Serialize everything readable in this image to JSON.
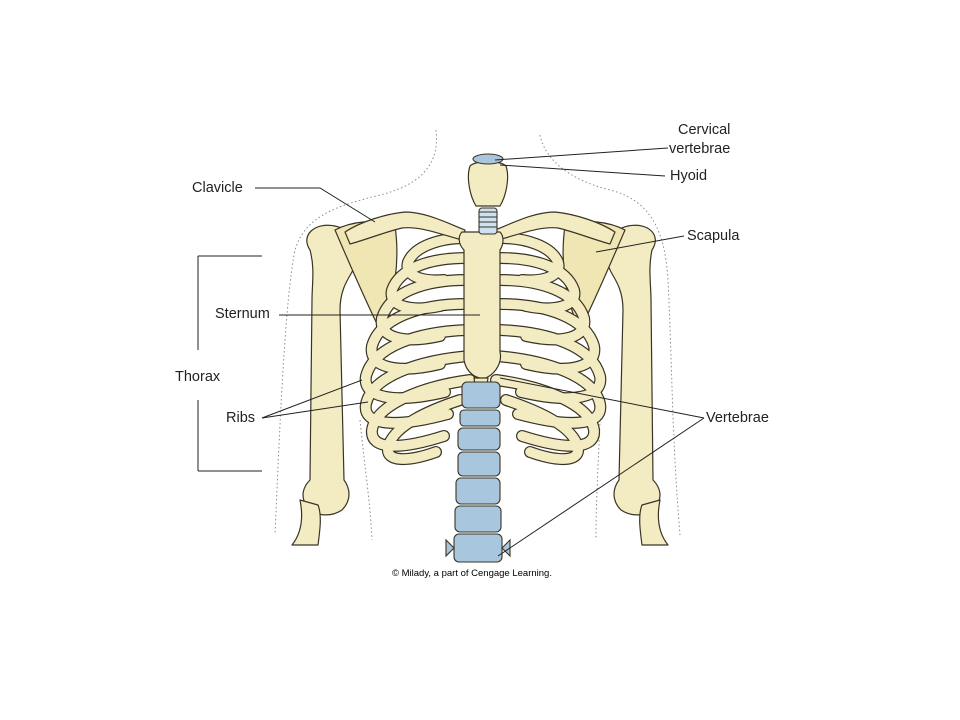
{
  "labels": {
    "cervical_line1": "Cervical",
    "cervical_line2": "vertebrae",
    "hyoid": "Hyoid",
    "clavicle": "Clavicle",
    "scapula": "Scapula",
    "sternum": "Sternum",
    "thorax": "Thorax",
    "ribs": "Ribs",
    "vertebrae": "Vertebrae"
  },
  "credit": "© Milady, a part of Cengage Learning.",
  "colors": {
    "bone": "#f3ecc2",
    "vertebra_blue": "#a9c6df",
    "outline": "#3a3424"
  }
}
